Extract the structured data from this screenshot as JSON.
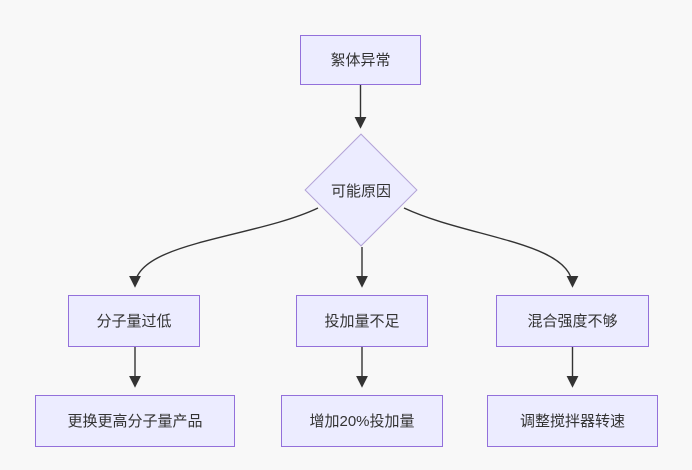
{
  "diagram": {
    "type": "flowchart",
    "direction": "top-down",
    "colors": {
      "background": "#f8f8f8",
      "node_fill": "#ECECFF",
      "node_border": "#9370DB",
      "diamond_border": "#b3a3d6",
      "edge": "#333333",
      "text": "#333333"
    },
    "nodes": [
      {
        "id": "start",
        "shape": "rect",
        "label": "絮体异常"
      },
      {
        "id": "decision",
        "shape": "diamond",
        "label": "可能原因"
      },
      {
        "id": "cause1",
        "shape": "rect",
        "label": "分子量过低"
      },
      {
        "id": "cause2",
        "shape": "rect",
        "label": "投加量不足"
      },
      {
        "id": "cause3",
        "shape": "rect",
        "label": "混合强度不够"
      },
      {
        "id": "action1",
        "shape": "rect",
        "label": "更换更高分子量产品"
      },
      {
        "id": "action2",
        "shape": "rect",
        "label": "增加20%投加量"
      },
      {
        "id": "action3",
        "shape": "rect",
        "label": "调整搅拌器转速"
      }
    ],
    "edges": [
      {
        "from": "start",
        "to": "decision"
      },
      {
        "from": "decision",
        "to": "cause1"
      },
      {
        "from": "decision",
        "to": "cause2"
      },
      {
        "from": "decision",
        "to": "cause3"
      },
      {
        "from": "cause1",
        "to": "action1"
      },
      {
        "from": "cause2",
        "to": "action2"
      },
      {
        "from": "cause3",
        "to": "action3"
      }
    ]
  }
}
